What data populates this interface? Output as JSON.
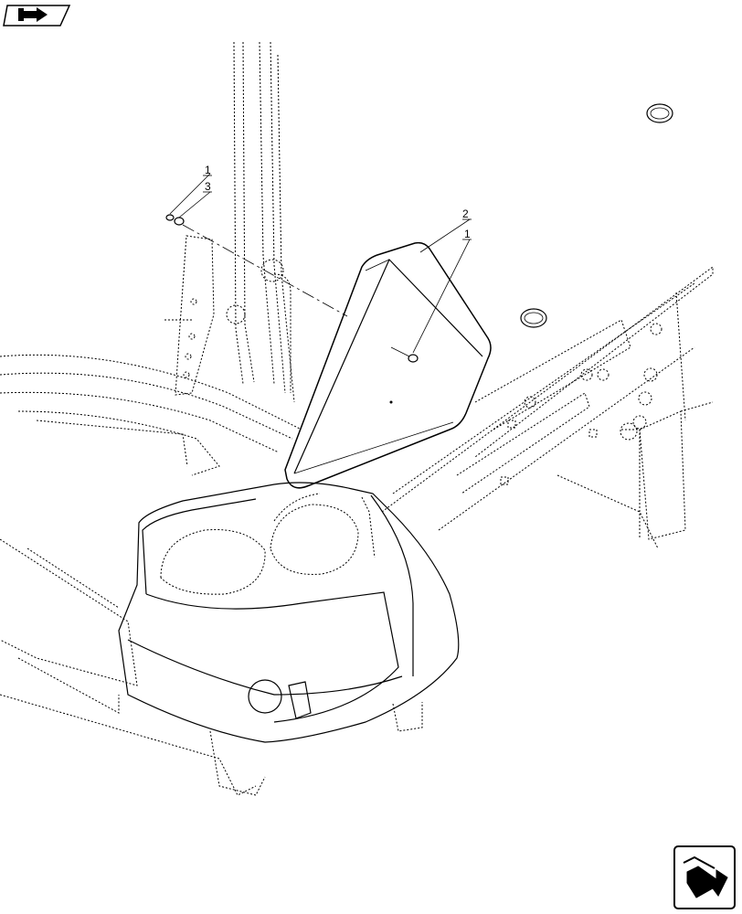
{
  "callouts": {
    "washer_upper": "1",
    "washer_lower": "3",
    "panel": "2",
    "screw": "1"
  },
  "icons": {
    "top_left": "book-with-arrow-icon",
    "bottom_right": "next-page-arrow-icon"
  },
  "colors": {
    "line": "#000000",
    "background": "#ffffff"
  }
}
